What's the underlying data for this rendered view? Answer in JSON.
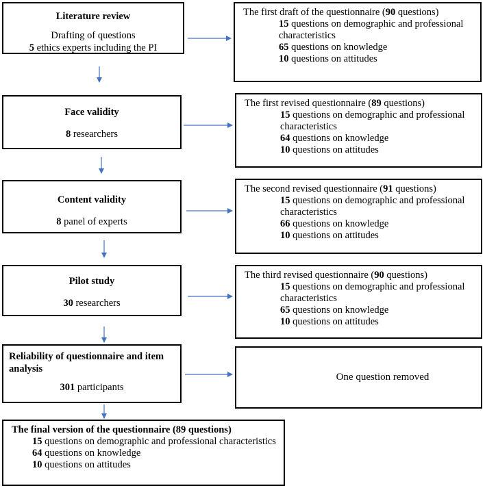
{
  "steps": [
    {
      "title": "Literature review",
      "lines": [
        {
          "num": "",
          "text": "Drafting of questions"
        },
        {
          "num": "5",
          "text": " ethics experts including the PI"
        }
      ]
    },
    {
      "title": "Face validity",
      "lines": [
        {
          "num": "8",
          "text": " researchers"
        }
      ]
    },
    {
      "title": "Content validity",
      "lines": [
        {
          "num": "8",
          "text": " panel of experts"
        }
      ]
    },
    {
      "title": "Pilot study",
      "lines": [
        {
          "num": "30",
          "text": " researchers"
        }
      ]
    },
    {
      "title": "Reliability of questionnaire and item analysis",
      "lines": [
        {
          "num": "301",
          "text": " participants"
        }
      ]
    }
  ],
  "results": [
    {
      "head_pre": "The first draft of the questionnaire (",
      "head_num": "90",
      "head_post": " questions)",
      "items": [
        {
          "num": "15",
          "text": " questions on demographic and professional characteristics"
        },
        {
          "num": "65",
          "text": " questions on knowledge"
        },
        {
          "num": "10",
          "text": " questions on attitudes"
        }
      ]
    },
    {
      "head_pre": "The first revised questionnaire (",
      "head_num": "89",
      "head_post": " questions)",
      "items": [
        {
          "num": "15",
          "text": " questions on demographic and professional characteristics"
        },
        {
          "num": "64",
          "text": " questions on knowledge"
        },
        {
          "num": "10",
          "text": " questions on attitudes"
        }
      ]
    },
    {
      "head_pre": "The second revised questionnaire (",
      "head_num": "91",
      "head_post": " questions)",
      "items": [
        {
          "num": "15",
          "text": " questions on demographic and professional characteristics"
        },
        {
          "num": "66",
          "text": " questions on knowledge"
        },
        {
          "num": "10",
          "text": " questions on attitudes"
        }
      ]
    },
    {
      "head_pre": "The third revised questionnaire (",
      "head_num": "90",
      "head_post": " questions)",
      "items": [
        {
          "num": "15",
          "text": " questions on demographic and professional characteristics"
        },
        {
          "num": "65",
          "text": " questions on knowledge"
        },
        {
          "num": "10",
          "text": " questions on attitudes"
        }
      ]
    },
    {
      "note": "One question removed"
    }
  ],
  "final": {
    "head": "The final version of the questionnaire (89 questions)",
    "items": [
      {
        "num": "15",
        "text": " questions on demographic and professional characteristics"
      },
      {
        "num": "64",
        "text": " questions on knowledge"
      },
      {
        "num": "10",
        "text": " questions on attitudes"
      }
    ]
  },
  "colors": {
    "arrow": "#4472c4",
    "border": "#000000"
  }
}
